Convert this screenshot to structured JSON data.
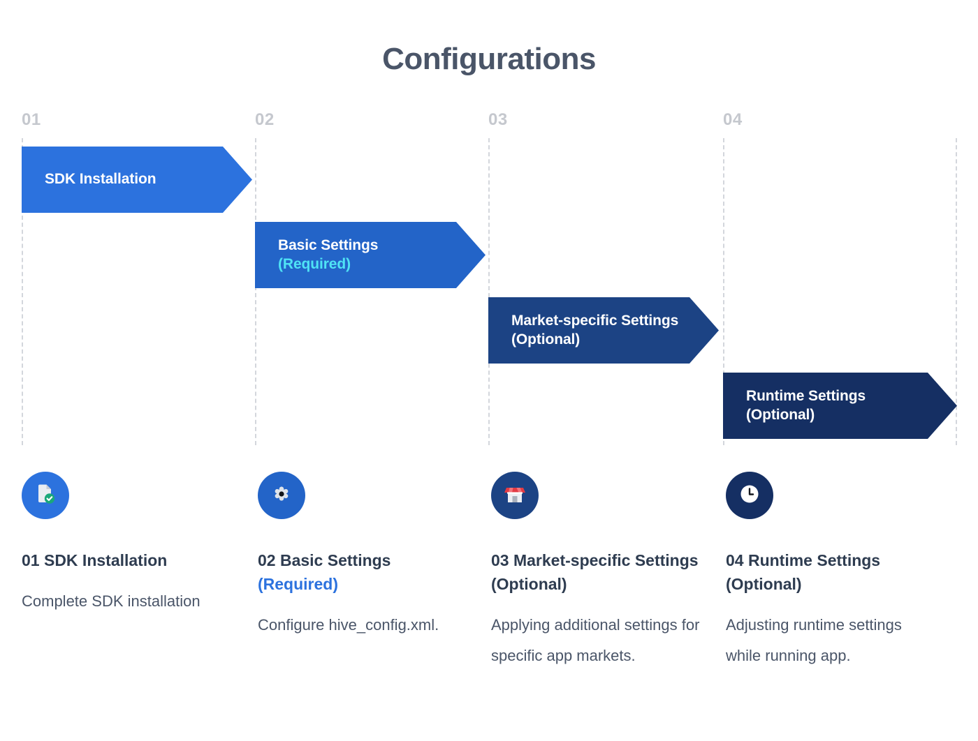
{
  "header": {
    "title": "Configurations"
  },
  "theme": {
    "title_color": "#4a5568",
    "guide_color": "#d3d6dc",
    "col_num_color": "#c5c8ce",
    "accent_blue": "#2c72de",
    "accent_cyan": "#4fe3f5",
    "body_text": "#4a5568",
    "heading_text": "#2e3c50",
    "background": "#ffffff"
  },
  "columns": [
    {
      "number": "01"
    },
    {
      "number": "02"
    },
    {
      "number": "03"
    },
    {
      "number": "04"
    }
  ],
  "steps": [
    {
      "number": "01",
      "banner": {
        "title": "SDK Installation",
        "qualifier": "",
        "color": "#2c72de"
      },
      "icon": {
        "name": "document-check-icon",
        "circle_color": "#2c72de"
      },
      "caption": {
        "heading": "01 SDK Installation",
        "qualifier": "",
        "body": "Complete SDK installation"
      }
    },
    {
      "number": "02",
      "banner": {
        "title": "Basic Settings",
        "qualifier": "(Required)",
        "color": "#2364c8"
      },
      "icon": {
        "name": "gear-icon",
        "circle_color": "#2364c8"
      },
      "caption": {
        "heading": "02 Basic Settings",
        "qualifier": "(Required)",
        "body": "Configure hive_config.xml."
      }
    },
    {
      "number": "03",
      "banner": {
        "title": "Market-specific Settings",
        "qualifier": "(Optional)",
        "color": "#1c4384"
      },
      "icon": {
        "name": "storefront-icon",
        "circle_color": "#1c4384"
      },
      "caption": {
        "heading": "03 Market-specific Settings (Optional)",
        "qualifier": "",
        "body": "Applying additional settings for specific app markets."
      }
    },
    {
      "number": "04",
      "banner": {
        "title": "Runtime Settings",
        "qualifier": "(Optional)",
        "color": "#152f63"
      },
      "icon": {
        "name": "clock-icon",
        "circle_color": "#152f63"
      },
      "caption": {
        "heading": "04 Runtime Settings (Optional)",
        "qualifier": "",
        "body": "Adjusting runtime settings while running app."
      }
    }
  ]
}
